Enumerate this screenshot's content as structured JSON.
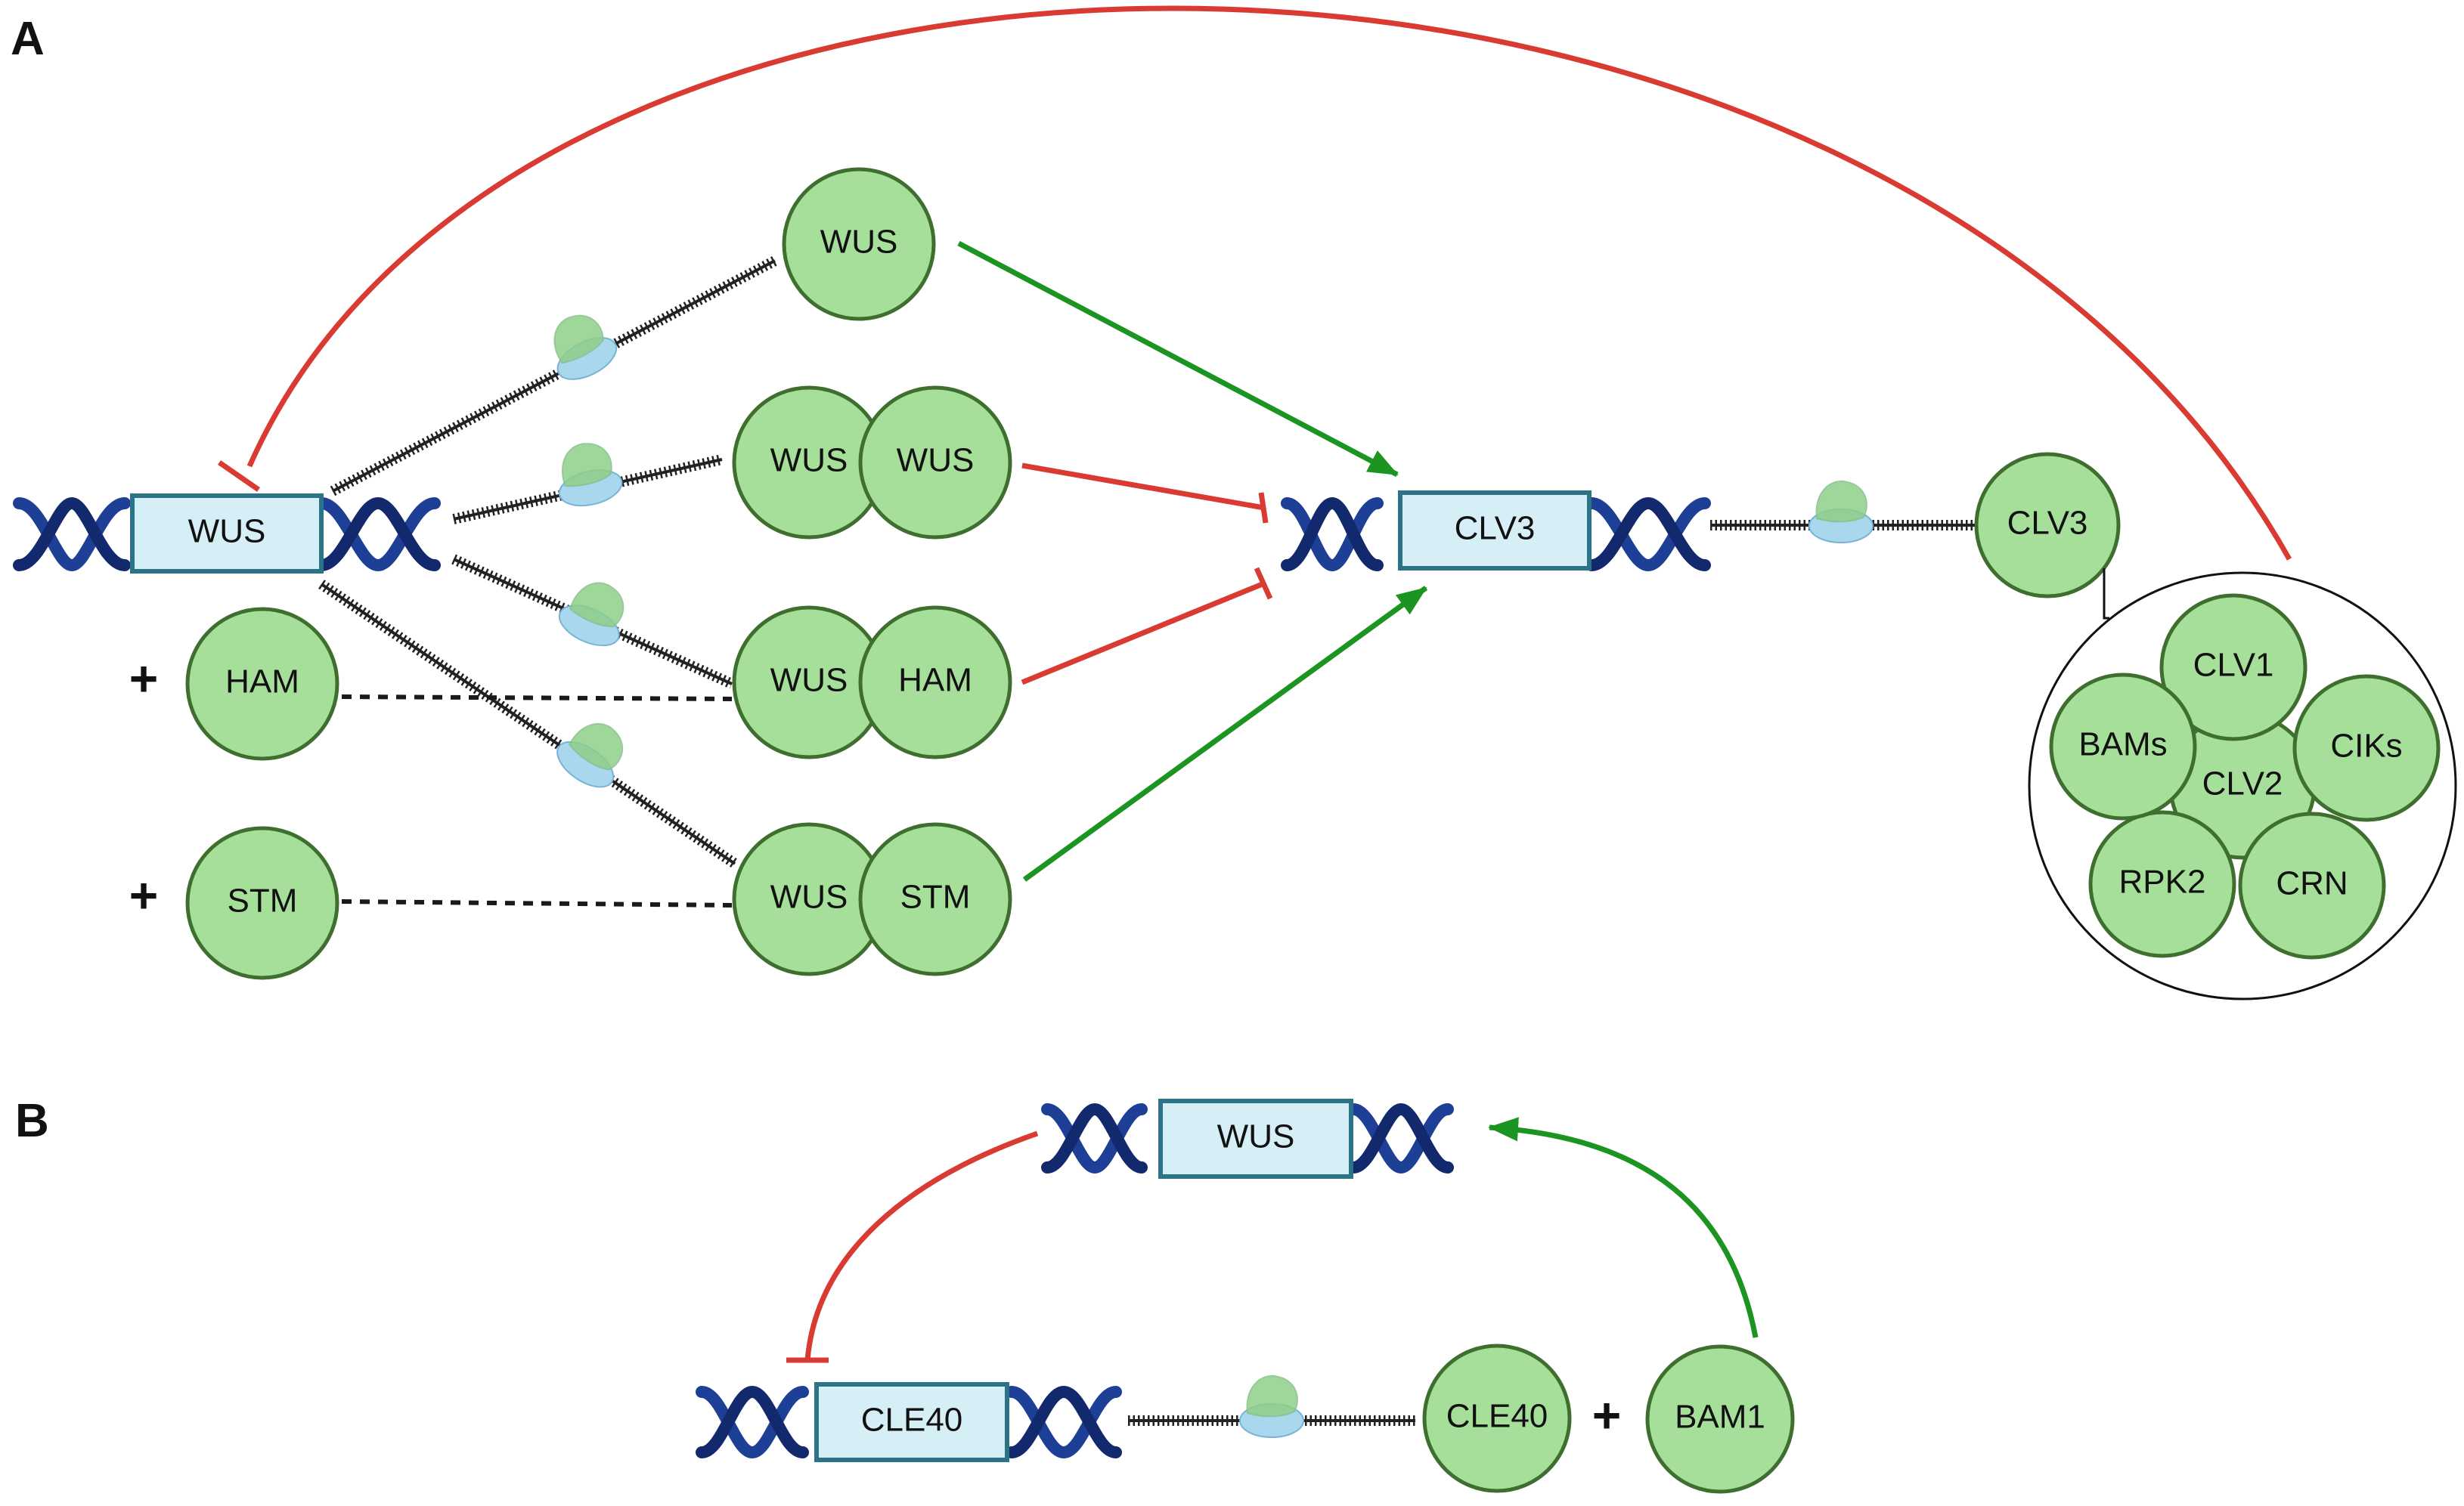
{
  "panels": {
    "a": "A",
    "b": "B"
  },
  "plus_sign": "+",
  "genes": {
    "wus_a": "WUS",
    "clv3": "CLV3",
    "wus_b": "WUS",
    "cle40": "CLE40"
  },
  "proteins": {
    "wus": "WUS",
    "wus_wus_left": "WUS",
    "wus_wus_right": "WUS",
    "wus_ham_left": "WUS",
    "wus_ham_right": "HAM",
    "wus_stm_left": "WUS",
    "wus_stm_right": "STM",
    "ham": "HAM",
    "stm": "STM",
    "clv3": "CLV3",
    "cle40": "CLE40",
    "bam1": "BAM1"
  },
  "receptor_complex": [
    "CLV1",
    "BAMs",
    "CLV2",
    "CIKs",
    "RPK2",
    "CRN"
  ],
  "colors": {
    "protein_fill": "#a6df9a",
    "protein_stroke": "#3f6f2f",
    "gene_box_fill": "#d6eff6",
    "gene_box_stroke": "#2b7386",
    "dna_strand": "#1d3f96",
    "activation": "#1b9422",
    "inhibition": "#d93a32"
  }
}
